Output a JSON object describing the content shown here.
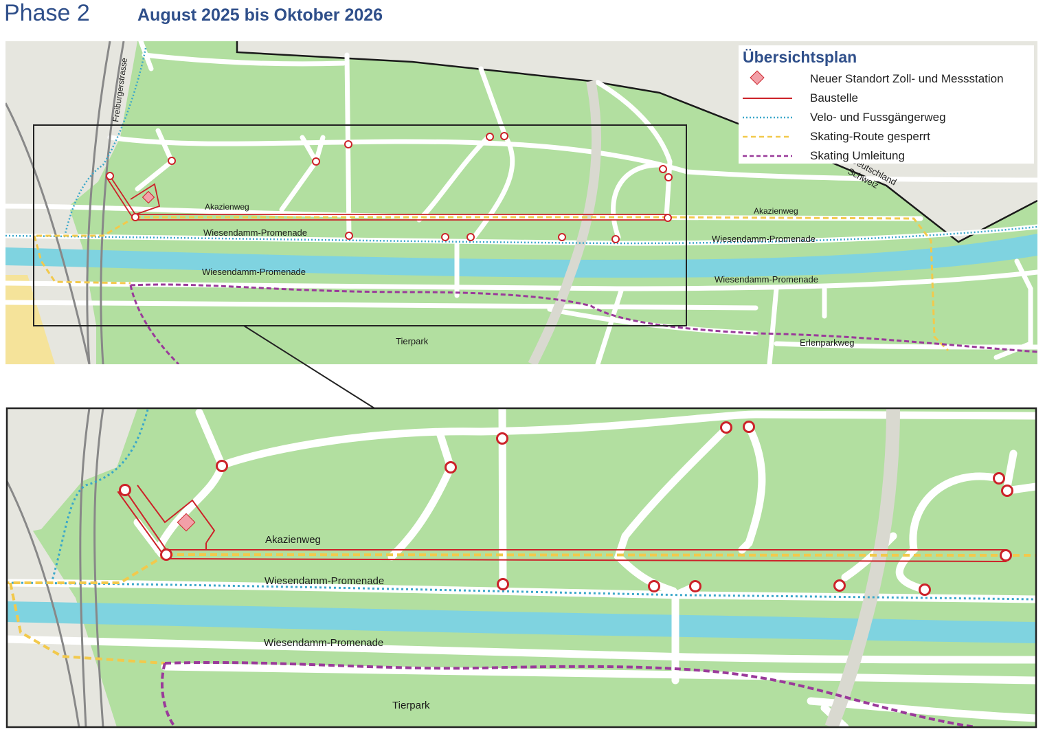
{
  "header": {
    "phase": "Phase 2",
    "period": "August 2025 bis Oktober 2026"
  },
  "legend": {
    "title": "Übersichtsplan",
    "items": [
      {
        "label": "Neuer Standort Zoll- und Messstation",
        "icon": "station-marker-icon"
      },
      {
        "label": "Baustelle",
        "icon": "construction-line-icon"
      },
      {
        "label": "Velo- und Fussgängerweg",
        "icon": "bike-path-line-icon"
      },
      {
        "label": "Skating-Route gesperrt",
        "icon": "skating-closed-line-icon"
      },
      {
        "label": "Skating Umleitung",
        "icon": "skating-detour-line-icon"
      }
    ]
  },
  "overview_map": {
    "labels": {
      "freiburgerstrasse": "Freiburgerstrasse",
      "akazienweg_1": "Akazienweg",
      "akazienweg_2": "Akazienweg",
      "wiesendamm_1": "Wiesendamm-Promenade",
      "wiesendamm_2": "Wiesendamm-Promenade",
      "wiesendamm_3": "Wiesendamm-Promenade",
      "wiesendamm_4": "Wiesendamm-Promenade",
      "tierpark": "Tierpark",
      "erlenparkweg": "Erlenparkweg",
      "border_de": "Deutschland",
      "border_ch": "Schweiz"
    }
  },
  "detail_map": {
    "labels": {
      "akazienweg": "Akazienweg",
      "wiesendamm_1": "Wiesendamm-Promenade",
      "wiesendamm_2": "Wiesendamm-Promenade",
      "tierpark": "Tierpark"
    }
  },
  "colors": {
    "park_green": "#b2dfa0",
    "river_blue": "#7fd3e0",
    "gray_area": "#e6e6df",
    "path_white": "#ffffff",
    "construction_red": "#cc2229",
    "bike_path_blue": "#3aa7c9",
    "skating_closed_yellow": "#f2c94c",
    "skating_detour_purple": "#9a3a9a",
    "station_pink": "#f2a0a8",
    "title_blue": "#2f4f8a"
  }
}
